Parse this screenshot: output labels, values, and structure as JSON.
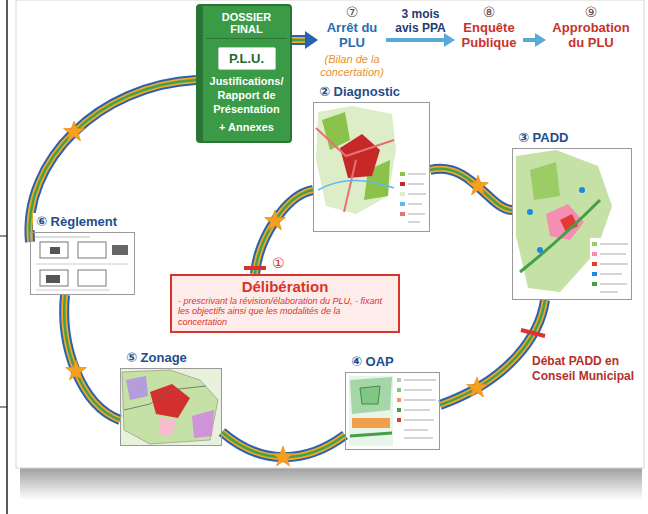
{
  "diagram": {
    "nodes": [
      {
        "text": [
          "DOSSIER FINAL",
          "P.L.U.",
          "Justifications/ Rapport de Présentation",
          "+ Annexes"
        ]
      },
      {
        "text": [
          "⑦",
          "Arrêt du PLU",
          "(Bilan de la concertation)"
        ]
      },
      {
        "text": [
          "⑧",
          "Enquête Publique"
        ]
      },
      {
        "text": [
          "⑨",
          "Approbation du PLU"
        ]
      },
      {
        "text": [
          "② Diagnostic"
        ]
      },
      {
        "text": [
          "③ PADD"
        ]
      },
      {
        "text": [
          "④ OAP"
        ]
      },
      {
        "text": [
          "⑤ Zonage"
        ]
      },
      {
        "text": [
          "⑥ Règlement"
        ]
      },
      {
        "text": [
          "①",
          "Délibération",
          "- prescrivant la révision/élaboration du PLU, - fixant les objectifs ainsi que les modalités de la concertation"
        ]
      }
    ],
    "edges": [
      {
        "from": 9,
        "to": 4,
        "arrow": "none"
      },
      {
        "from": 4,
        "to": 5,
        "arrow": "none"
      },
      {
        "from": 5,
        "to": 6,
        "arrow": "none"
      },
      {
        "from": 6,
        "to": 7,
        "arrow": "none"
      },
      {
        "from": 7,
        "to": 8,
        "arrow": "none"
      },
      {
        "from": 8,
        "to": 0,
        "arrow": "none"
      },
      {
        "from": 0,
        "to": 1,
        "arrow": "to"
      },
      {
        "from": 1,
        "to": 2,
        "label": "3 mois avis PPA",
        "arrow": "to"
      },
      {
        "from": 2,
        "to": 3,
        "arrow": "to"
      }
    ],
    "labels": [
      "Débat PADD en Conseil Municipal"
    ]
  }
}
